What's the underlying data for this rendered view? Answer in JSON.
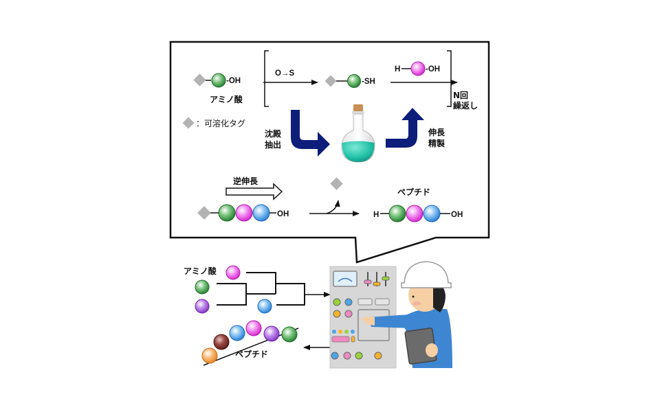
{
  "diagram": {
    "title_hidden": "",
    "box": {
      "amino_acid_label": "アミノ酸",
      "tag_legend": "：可溶化タグ",
      "oh": "-OH",
      "sh": "-SH",
      "reaction_label": "O→S",
      "h_prefix": "H",
      "repeat_label_line1": "N回",
      "repeat_label_line2": "繰返し",
      "precipitate_label_line1": "沈殿",
      "precipitate_label_line2": "抽出",
      "elongation_label_line1": "伸長",
      "elongation_label_line2": "精製",
      "reverse_elongation_label": "逆伸長",
      "peptide_label": "ペプチド",
      "peptide_oh": "OH",
      "chain_oh": "OH"
    },
    "lower": {
      "amino_acid_label": "アミノ酸",
      "peptide_label": "ペプチド"
    },
    "colors": {
      "tag": "#b3b3b3",
      "green": "#2f9a3e",
      "magenta": "#e83ee0",
      "blue": "#3f9ae8",
      "purple": "#9b45d6",
      "brown": "#7a2a26",
      "orange": "#f29a3a",
      "navy_arrow": "#0d1d7a",
      "flask_liquid": "#2ac8b0",
      "panel": "#d9d9d9",
      "helmet": "#ffffff",
      "uniform": "#3e86d1"
    }
  }
}
